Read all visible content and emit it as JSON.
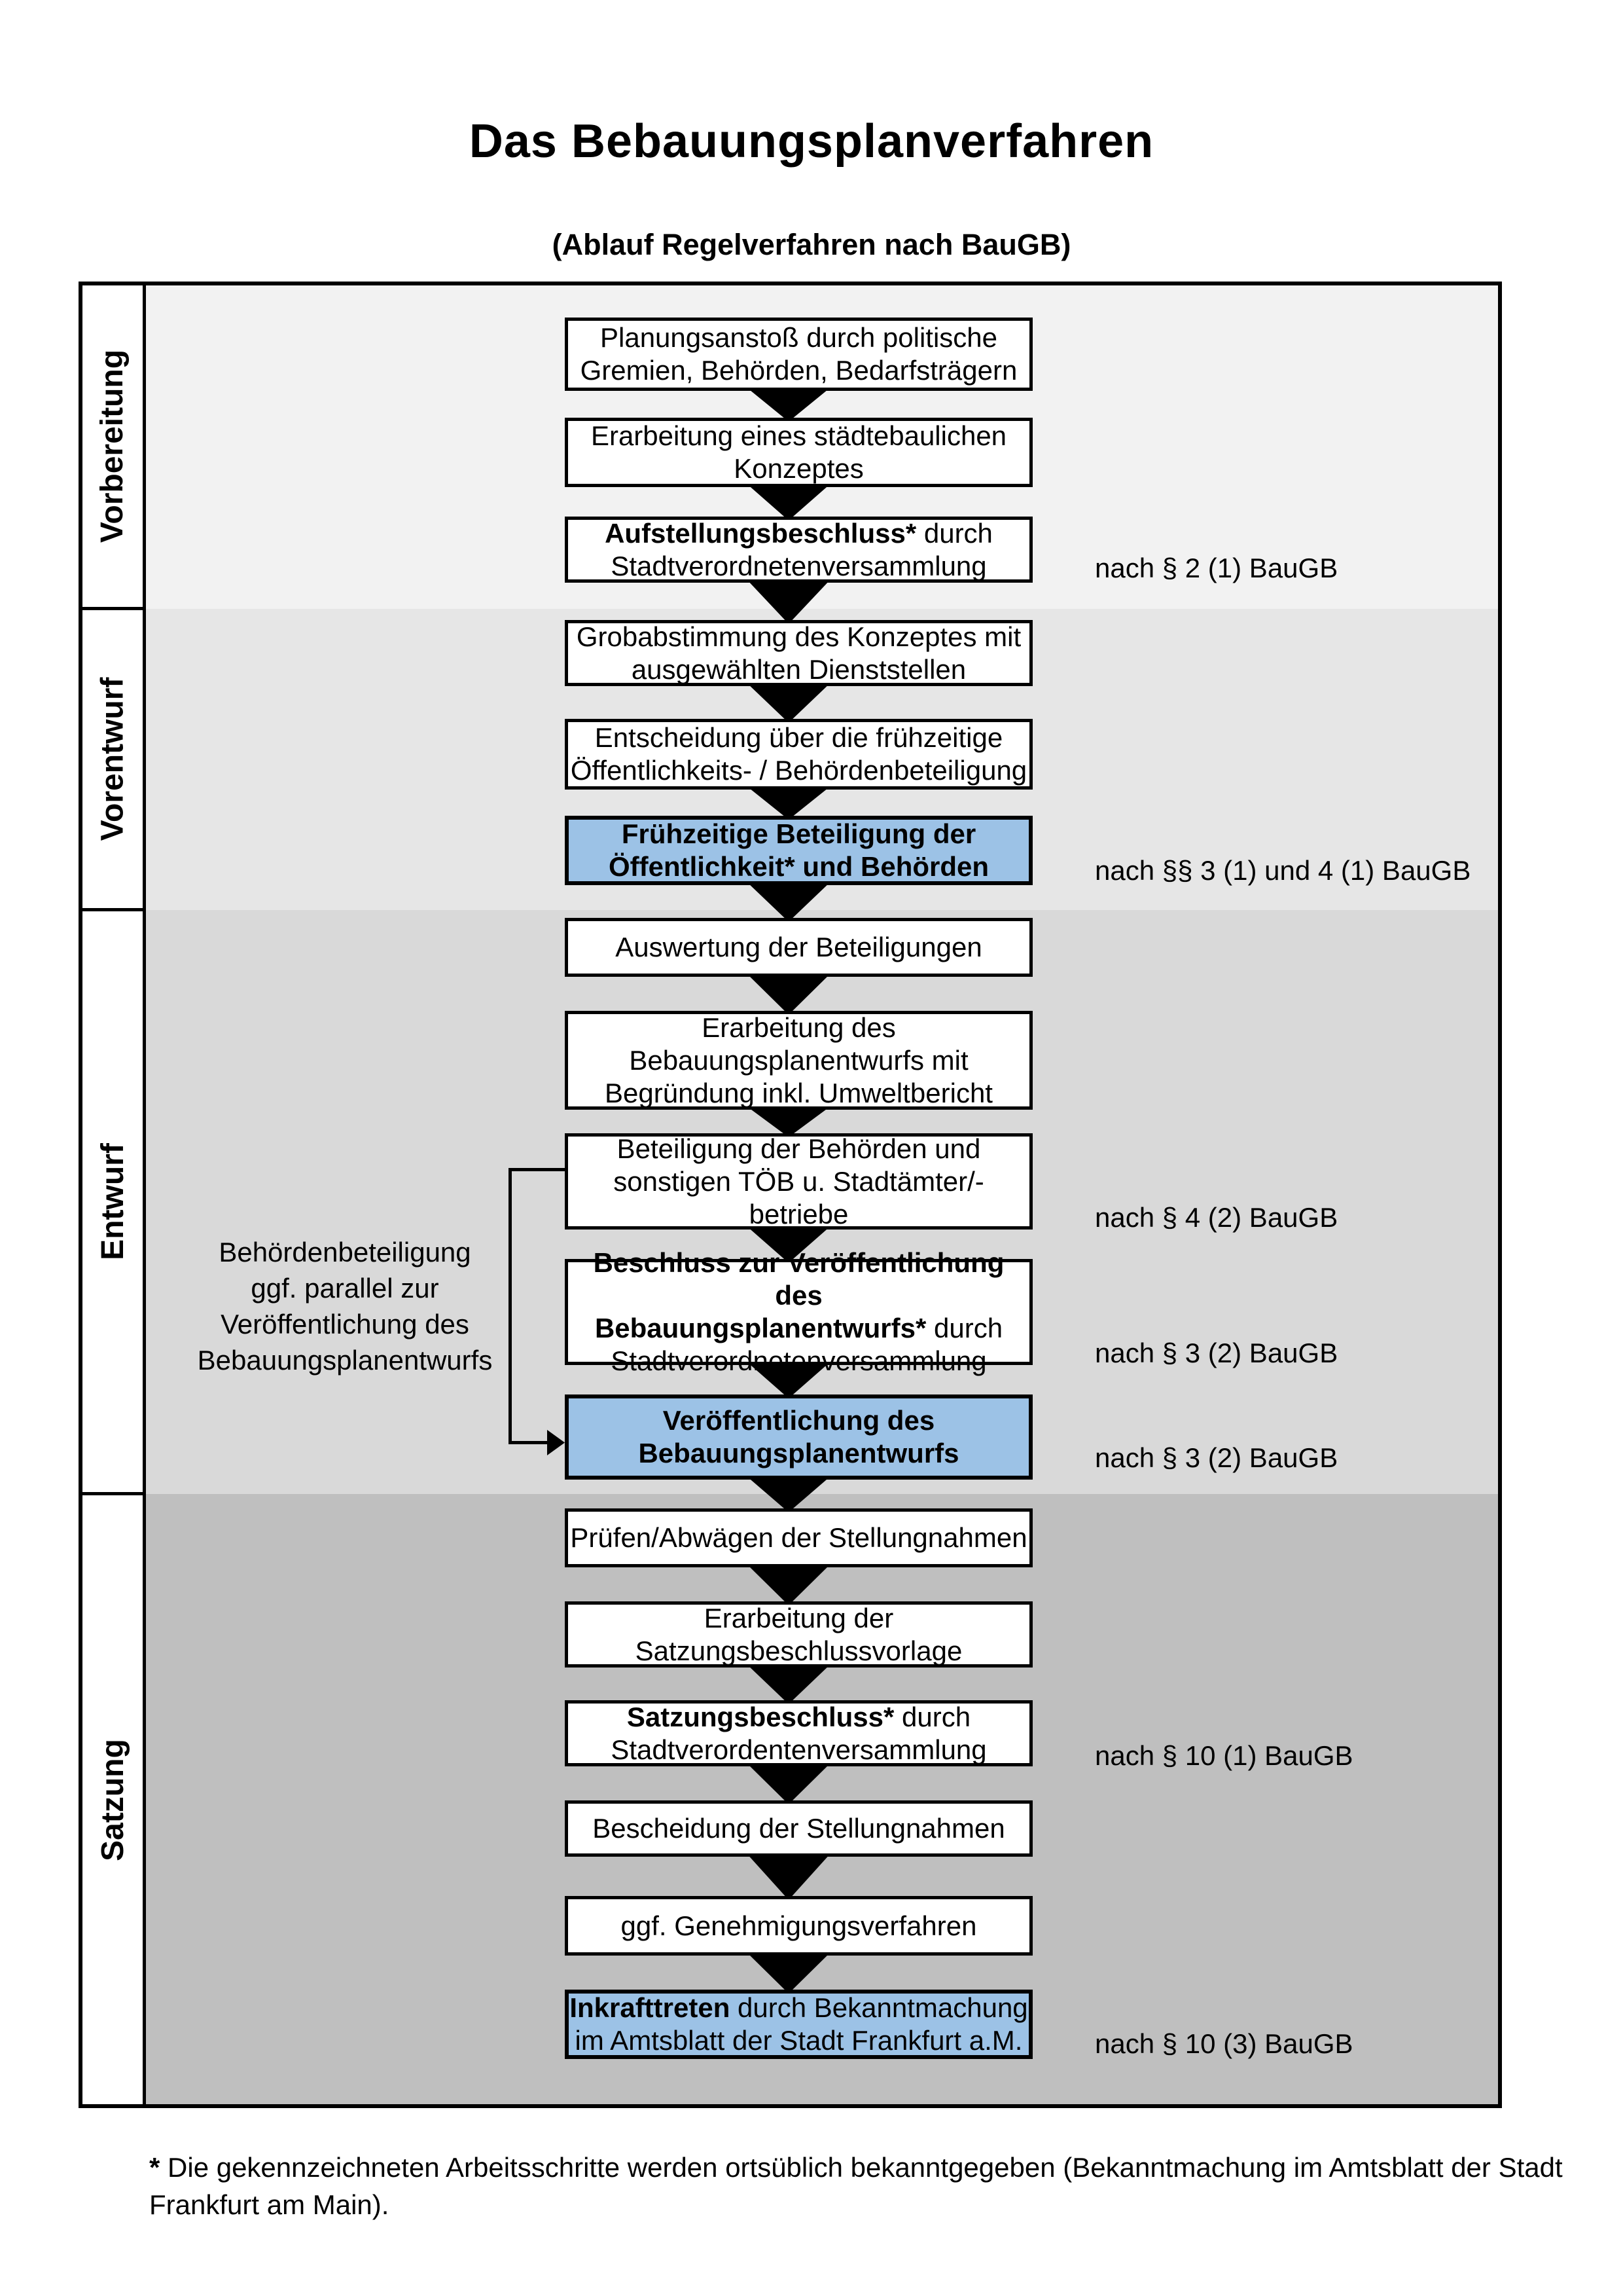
{
  "title": "Das Bebauungsplanverfahren",
  "subtitle": "(Ablauf Regelverfahren nach BauGB)",
  "phases": [
    {
      "label": "Vorbereitung"
    },
    {
      "label": "Vorentwurf"
    },
    {
      "label": "Entwurf"
    },
    {
      "label": "Satzung"
    }
  ],
  "steps": [
    {
      "id": "planungsanstoss",
      "highlight": false,
      "lines": [
        [
          {
            "t": "Planungsanstoß durch politische",
            "b": false
          }
        ],
        [
          {
            "t": "Gremien, Behörden, Bedarfsträgern",
            "b": false
          }
        ]
      ]
    },
    {
      "id": "staedtebauliches-konzept",
      "highlight": false,
      "lines": [
        [
          {
            "t": "Erarbeitung eines städtebaulichen",
            "b": false
          }
        ],
        [
          {
            "t": "Konzeptes",
            "b": false
          }
        ]
      ]
    },
    {
      "id": "aufstellungsbeschluss",
      "highlight": false,
      "lines": [
        [
          {
            "t": "Aufstellungsbeschluss*",
            "b": true
          },
          {
            "t": " durch",
            "b": false
          }
        ],
        [
          {
            "t": "Stadtverordnetenversammlung",
            "b": false
          }
        ]
      ]
    },
    {
      "id": "grobabstimmung",
      "highlight": false,
      "lines": [
        [
          {
            "t": "Grobabstimmung des Konzeptes mit",
            "b": false
          }
        ],
        [
          {
            "t": "ausgewählten Dienststellen",
            "b": false
          }
        ]
      ]
    },
    {
      "id": "entscheidung-beteiligung",
      "highlight": false,
      "lines": [
        [
          {
            "t": "Entscheidung über die frühzeitige",
            "b": false
          }
        ],
        [
          {
            "t": "Öffentlichkeits- / Behördenbeteiligung",
            "b": false
          }
        ]
      ]
    },
    {
      "id": "fruehzeitige-beteiligung",
      "highlight": true,
      "lines": [
        [
          {
            "t": "Frühzeitige Beteiligung der",
            "b": true
          }
        ],
        [
          {
            "t": "Öffentlichkeit* und Behörden",
            "b": true
          }
        ]
      ]
    },
    {
      "id": "auswertung",
      "highlight": false,
      "lines": [
        [
          {
            "t": "Auswertung der Beteiligungen",
            "b": false
          }
        ]
      ]
    },
    {
      "id": "erarbeitung-entwurf",
      "highlight": false,
      "lines": [
        [
          {
            "t": "Erarbeitung des",
            "b": false
          }
        ],
        [
          {
            "t": "Bebauungsplanentwurfs mit",
            "b": false
          }
        ],
        [
          {
            "t": "Begründung inkl. Umweltbericht",
            "b": false
          }
        ]
      ]
    },
    {
      "id": "beteiligung-behoerden",
      "highlight": false,
      "lines": [
        [
          {
            "t": "Beteiligung der Behörden und",
            "b": false
          }
        ],
        [
          {
            "t": "sonstigen TÖB u. Stadtämter/-betriebe",
            "b": false
          }
        ]
      ]
    },
    {
      "id": "beschluss-veroeffentlichung",
      "highlight": false,
      "lines": [
        [
          {
            "t": "Beschluss zur Veröffentlichung des",
            "b": true
          }
        ],
        [
          {
            "t": "Bebauungsplanentwurfs*",
            "b": true
          },
          {
            "t": " durch",
            "b": false
          }
        ],
        [
          {
            "t": "Stadtverordnetenversammlung",
            "b": false
          }
        ]
      ]
    },
    {
      "id": "veroeffentlichung",
      "highlight": true,
      "lines": [
        [
          {
            "t": "Veröffentlichung des",
            "b": true
          }
        ],
        [
          {
            "t": "Bebauungsplanentwurfs",
            "b": true
          }
        ]
      ]
    },
    {
      "id": "pruefen-abwaegen",
      "highlight": false,
      "lines": [
        [
          {
            "t": "Prüfen/Abwägen der Stellungnahmen",
            "b": false
          }
        ]
      ]
    },
    {
      "id": "satzungsbeschlussvorlage",
      "highlight": false,
      "lines": [
        [
          {
            "t": "Erarbeitung der",
            "b": false
          }
        ],
        [
          {
            "t": "Satzungsbeschlussvorlage",
            "b": false
          }
        ]
      ]
    },
    {
      "id": "satzungsbeschluss",
      "highlight": false,
      "lines": [
        [
          {
            "t": "Satzungsbeschluss*",
            "b": true
          },
          {
            "t": " durch",
            "b": false
          }
        ],
        [
          {
            "t": "Stadtverordentenversammlung",
            "b": false
          }
        ]
      ]
    },
    {
      "id": "bescheidung",
      "highlight": false,
      "lines": [
        [
          {
            "t": "Bescheidung der Stellungnahmen",
            "b": false
          }
        ]
      ]
    },
    {
      "id": "genehmigungsverfahren",
      "highlight": false,
      "lines": [
        [
          {
            "t": "ggf. Genehmigungsverfahren",
            "b": false
          }
        ]
      ]
    },
    {
      "id": "inkrafttreten",
      "highlight": true,
      "lines": [
        [
          {
            "t": "Inkrafttreten",
            "b": true
          },
          {
            "t": " durch Bekanntmachung",
            "b": false
          }
        ],
        [
          {
            "t": "im Amtsblatt der Stadt Frankfurt a.M.",
            "b": false
          }
        ]
      ]
    }
  ],
  "side_note": {
    "lines": [
      "Behördenbeteiligung",
      "ggf. parallel zur",
      "Veröffentlichung des",
      "Bebauungsplanentwurfs"
    ]
  },
  "legal_refs": [
    {
      "text": "nach § 2 (1) BauGB"
    },
    {
      "text": "nach §§ 3 (1) und 4 (1) BauGB"
    },
    {
      "text": "nach § 4 (2) BauGB"
    },
    {
      "text": "nach § 3 (2) BauGB"
    },
    {
      "text": "nach § 3 (2) BauGB"
    },
    {
      "text": "nach § 10 (1) BauGB"
    },
    {
      "text": "nach § 10 (3) BauGB"
    }
  ],
  "footnote": {
    "marker": "*",
    "line1": " Die gekennzeichneten Arbeitsschritte werden ortsüblich bekanntgegeben (Bekanntmachung im Amtsblatt  der Stadt",
    "line2": "Frankfurt am Main)."
  },
  "colors": {
    "highlight_blue": "#9cc2e6",
    "section_vorbereitung": "#f2f2f2",
    "section_vorentwurf": "#e6e6e6",
    "section_entwurf": "#d9d9d9",
    "section_satzung": "#bfbfbf"
  }
}
